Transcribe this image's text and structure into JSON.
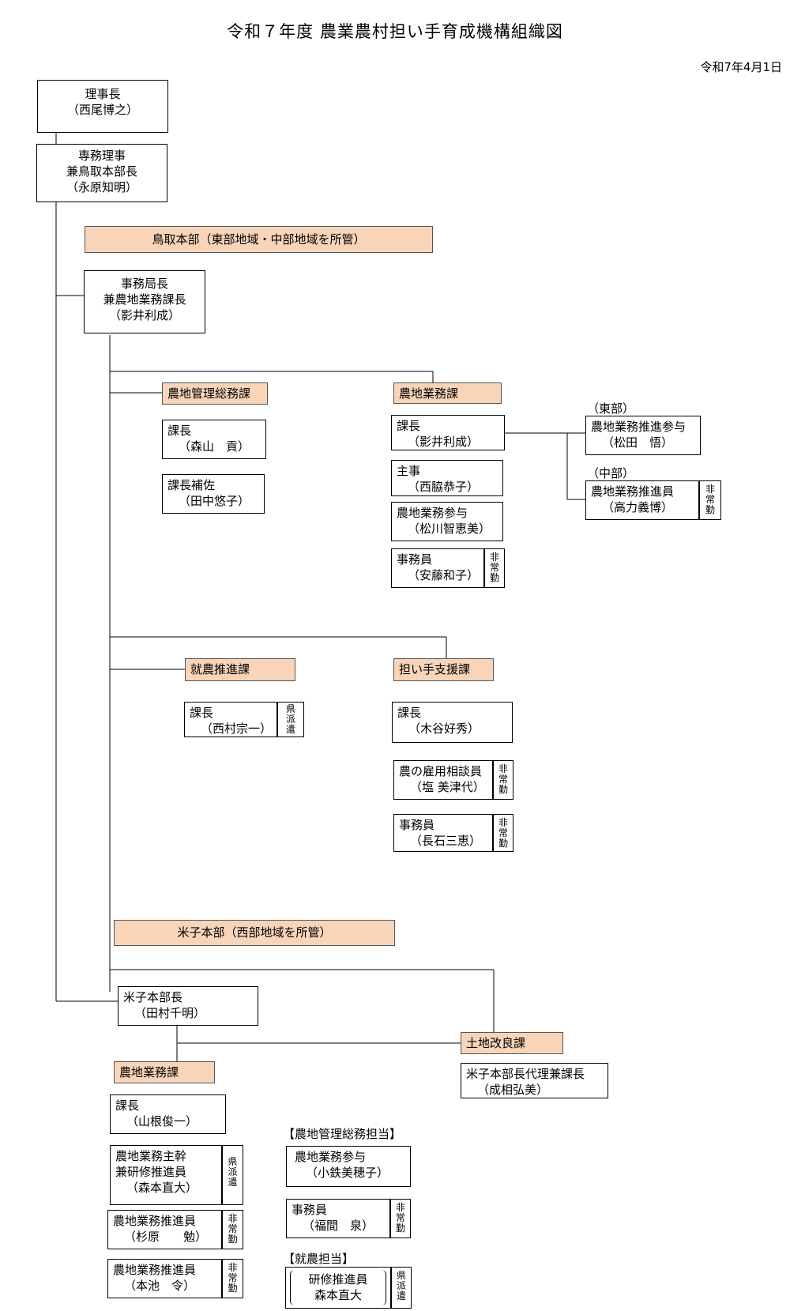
{
  "title": "令和７年度 農業農村担い手育成機構組織図",
  "date": "令和7年4月1日",
  "chairman": {
    "role": "理事長",
    "name": "（西尾博之）"
  },
  "director": {
    "role1": "専務理事",
    "role2": "兼鳥取本部長",
    "name": "（永原知明）"
  },
  "tottori_hq": "鳥取本部（東部地域・中部地域を所管）",
  "secretary": {
    "role1": "事務局長",
    "role2": "兼農地業務課長",
    "name": "（影井利成）"
  },
  "dept_admin": {
    "name": "農地管理総務課",
    "chief": {
      "role": "課長",
      "name": "（森山　貢）"
    },
    "deputy": {
      "role": "課長補佐",
      "name": "（田中悠子）"
    }
  },
  "dept_farmland": {
    "name": "農地業務課",
    "chief": {
      "role": "課長",
      "name": "（影井利成）"
    },
    "staff1": {
      "role": "主事",
      "name": "（西脇恭子）"
    },
    "staff2": {
      "role": "農地業務参与",
      "name": "（松川智恵美）"
    },
    "staff3": {
      "role": "事務員",
      "name": "（安藤和子）",
      "tag": [
        "非",
        "常",
        "勤"
      ]
    }
  },
  "east": {
    "label": "（東部）",
    "role": "農地業務推進参与",
    "name": "（松田　悟）"
  },
  "central": {
    "label": "（中部）",
    "role": "農地業務推進員",
    "name": "（高力義博）",
    "tag": [
      "非",
      "常",
      "勤"
    ]
  },
  "dept_employ": {
    "name": "就農推進課",
    "chief": {
      "role": "課長",
      "name": "（西村宗一）",
      "tag": [
        "県",
        "派",
        "遣"
      ]
    }
  },
  "dept_support": {
    "name": "担い手支援課",
    "chief": {
      "role": "課長",
      "name": "（木谷好秀）"
    },
    "staff1": {
      "role": "農の雇用相談員",
      "name": "（塩 美津代）",
      "tag": [
        "非",
        "常",
        "勤"
      ]
    },
    "staff2": {
      "role": "事務員",
      "name": "（長石三恵）",
      "tag": [
        "非",
        "常",
        "勤"
      ]
    }
  },
  "yonago_hq": "米子本部（西部地域を所管）",
  "yonago_head": {
    "role": "米子本部長",
    "name": "（田村千明）"
  },
  "dept_land": {
    "name": "土地改良課",
    "chief": {
      "role": "米子本部長代理兼課長",
      "name": "（成相弘美）"
    }
  },
  "dept_yfarm": {
    "name": "農地業務課",
    "chief": {
      "role": "課長",
      "name": "（山根俊一）"
    },
    "staff1": {
      "role1": "農地業務主幹",
      "role2": "兼研修推進員",
      "name": "（森本直大）",
      "tag": [
        "県",
        "派",
        "遣"
      ]
    },
    "staff2": {
      "role": "農地業務推進員",
      "name": "（杉原　　勉）",
      "tag": [
        "非",
        "常",
        "勤"
      ]
    },
    "staff3": {
      "role": "農地業務推進員",
      "name": "（本池　令）",
      "tag": [
        "非",
        "常",
        "勤"
      ]
    }
  },
  "group_admin": {
    "label": "【農地管理総務担当】",
    "staff1": {
      "role": "農地業務参与",
      "name": "（小鉄美穂子）"
    },
    "staff2": {
      "role": "事務員",
      "name": "（福間　泉）",
      "tag": [
        "非",
        "常",
        "勤"
      ]
    }
  },
  "group_employ": {
    "label": "【就農担当】",
    "staff1": {
      "role": "研修推進員",
      "name": "森本直大",
      "tag": [
        "県",
        "派",
        "遣"
      ]
    }
  }
}
